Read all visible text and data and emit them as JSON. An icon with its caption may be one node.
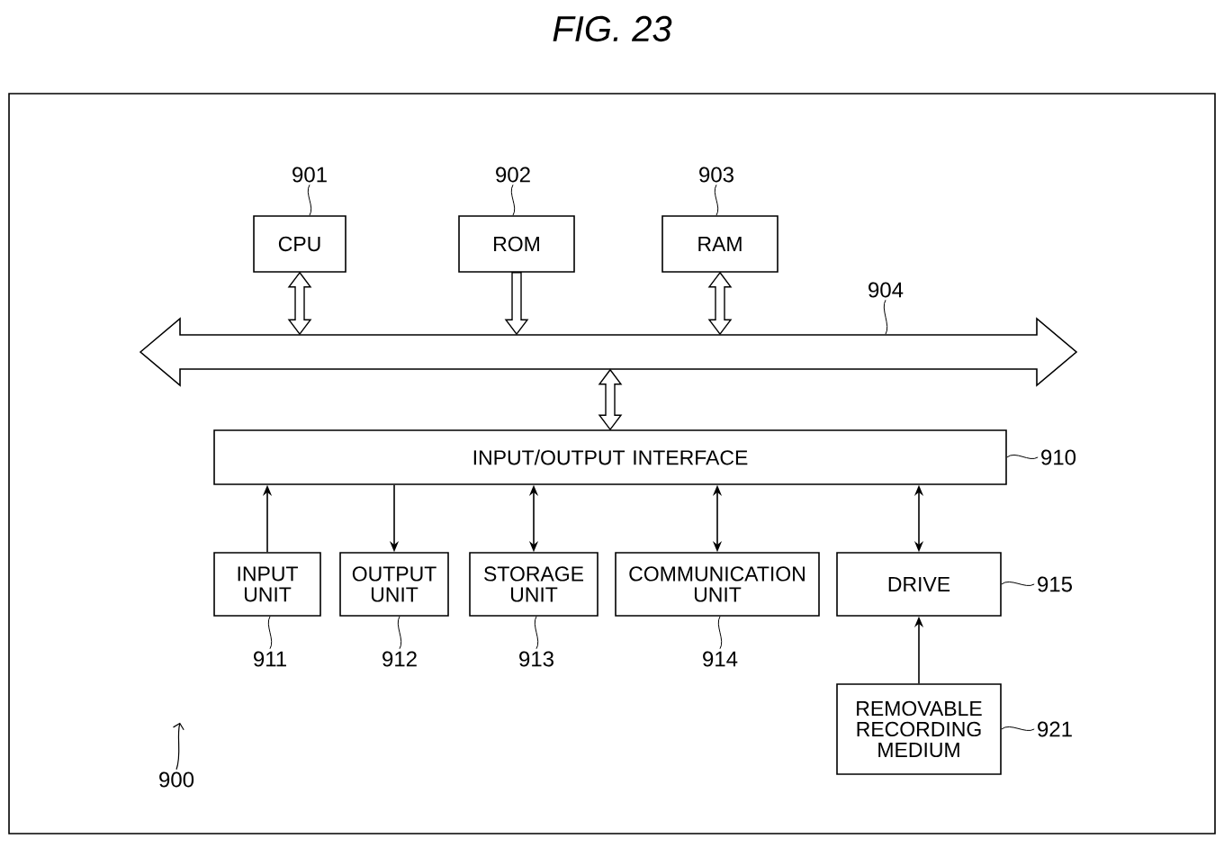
{
  "diagram": {
    "title": "FIG. 23",
    "nodes": [
      {
        "text": [],
        "shape": "box"
      },
      {
        "text": [
          "CPU"
        ],
        "in": 0
      },
      {
        "text": [
          "ROM"
        ],
        "in": 0
      },
      {
        "text": [
          "RAM"
        ],
        "in": 0
      },
      {
        "text": [],
        "shape": "arrow",
        "in": 0
      },
      {
        "text": [
          "INPUT/OUTPUT INTERFACE"
        ],
        "in": 0
      },
      {
        "text": [
          "INPUT UNIT"
        ],
        "in": 0
      },
      {
        "text": [
          "OUTPUT UNIT"
        ],
        "in": 0
      },
      {
        "text": [
          "STORAGE UNIT"
        ],
        "in": 0
      },
      {
        "text": [
          "COMMUNICATION UNIT"
        ],
        "in": 0
      },
      {
        "text": [
          "DRIVE"
        ],
        "in": 0
      },
      {
        "text": [
          "REMOVABLE RECORDING MEDIUM"
        ],
        "in": 0
      },
      {
        "text": [
          "901"
        ],
        "in": 0
      },
      {
        "text": [
          "902"
        ],
        "in": 0
      },
      {
        "text": [
          "903"
        ],
        "in": 0
      },
      {
        "text": [
          "904"
        ],
        "in": 0
      },
      {
        "text": [
          "910"
        ],
        "in": 0
      },
      {
        "text": [
          "911"
        ],
        "in": 0
      },
      {
        "text": [
          "912"
        ],
        "in": 0
      },
      {
        "text": [
          "913"
        ],
        "in": 0
      },
      {
        "text": [
          "914"
        ],
        "in": 0
      },
      {
        "text": [
          "915"
        ],
        "in": 0
      },
      {
        "text": [
          "921"
        ],
        "in": 0
      },
      {
        "text": [
          "900"
        ],
        "in": 0
      }
    ],
    "edges": [
      {
        "from": 1,
        "to": 4,
        "arrow": "both",
        "style": "thick"
      },
      {
        "from": 2,
        "to": 4,
        "arrow": "to",
        "style": "thick"
      },
      {
        "from": 3,
        "to": 4,
        "arrow": "both",
        "style": "thick"
      },
      {
        "from": 4,
        "to": 5,
        "arrow": "both",
        "style": "thick"
      },
      {
        "from": 6,
        "to": 5,
        "arrow": "to"
      },
      {
        "from": 5,
        "to": 7,
        "arrow": "to"
      },
      {
        "from": 5,
        "to": 8,
        "arrow": "both"
      },
      {
        "from": 5,
        "to": 9,
        "arrow": "both"
      },
      {
        "from": 5,
        "to": 10,
        "arrow": "both"
      },
      {
        "from": 11,
        "to": 10,
        "arrow": "to"
      },
      {
        "from": 12,
        "to": 1,
        "arrow": "none"
      },
      {
        "from": 13,
        "to": 2,
        "arrow": "none"
      },
      {
        "from": 14,
        "to": 3,
        "arrow": "none"
      },
      {
        "from": 15,
        "to": 4,
        "arrow": "none"
      },
      {
        "from": 16,
        "to": 5,
        "arrow": "none"
      },
      {
        "from": 17,
        "to": 6,
        "arrow": "none"
      },
      {
        "from": 18,
        "to": 7,
        "arrow": "none"
      },
      {
        "from": 19,
        "to": 8,
        "arrow": "none"
      },
      {
        "from": 20,
        "to": 9,
        "arrow": "none"
      },
      {
        "from": 21,
        "to": 10,
        "arrow": "none"
      },
      {
        "from": 22,
        "to": 11,
        "arrow": "none"
      },
      {
        "from": 23,
        "to": null,
        "arrow": "to"
      }
    ]
  }
}
